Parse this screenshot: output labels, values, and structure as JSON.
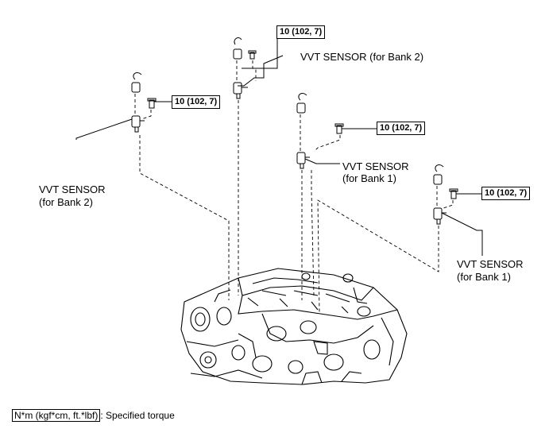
{
  "callouts": {
    "vvt_bank2_upper": "VVT SENSOR (for Bank 2)",
    "vvt_bank2_left_line1": "VVT SENSOR",
    "vvt_bank2_left_line2": "(for Bank 2)",
    "vvt_bank1_center_line1": "VVT SENSOR",
    "vvt_bank1_center_line2": "(for Bank 1)",
    "vvt_bank1_right_line1": "VVT SENSOR",
    "vvt_bank1_right_line2": "(for Bank 1)"
  },
  "torque_specs": {
    "top": "10 (102, 7)",
    "left": "10 (102, 7)",
    "center": "10 (102, 7)",
    "right": "10 (102, 7)"
  },
  "legend": {
    "units": "N*m (kgf*cm, ft.*lbf)",
    "description": ": Specified torque"
  }
}
